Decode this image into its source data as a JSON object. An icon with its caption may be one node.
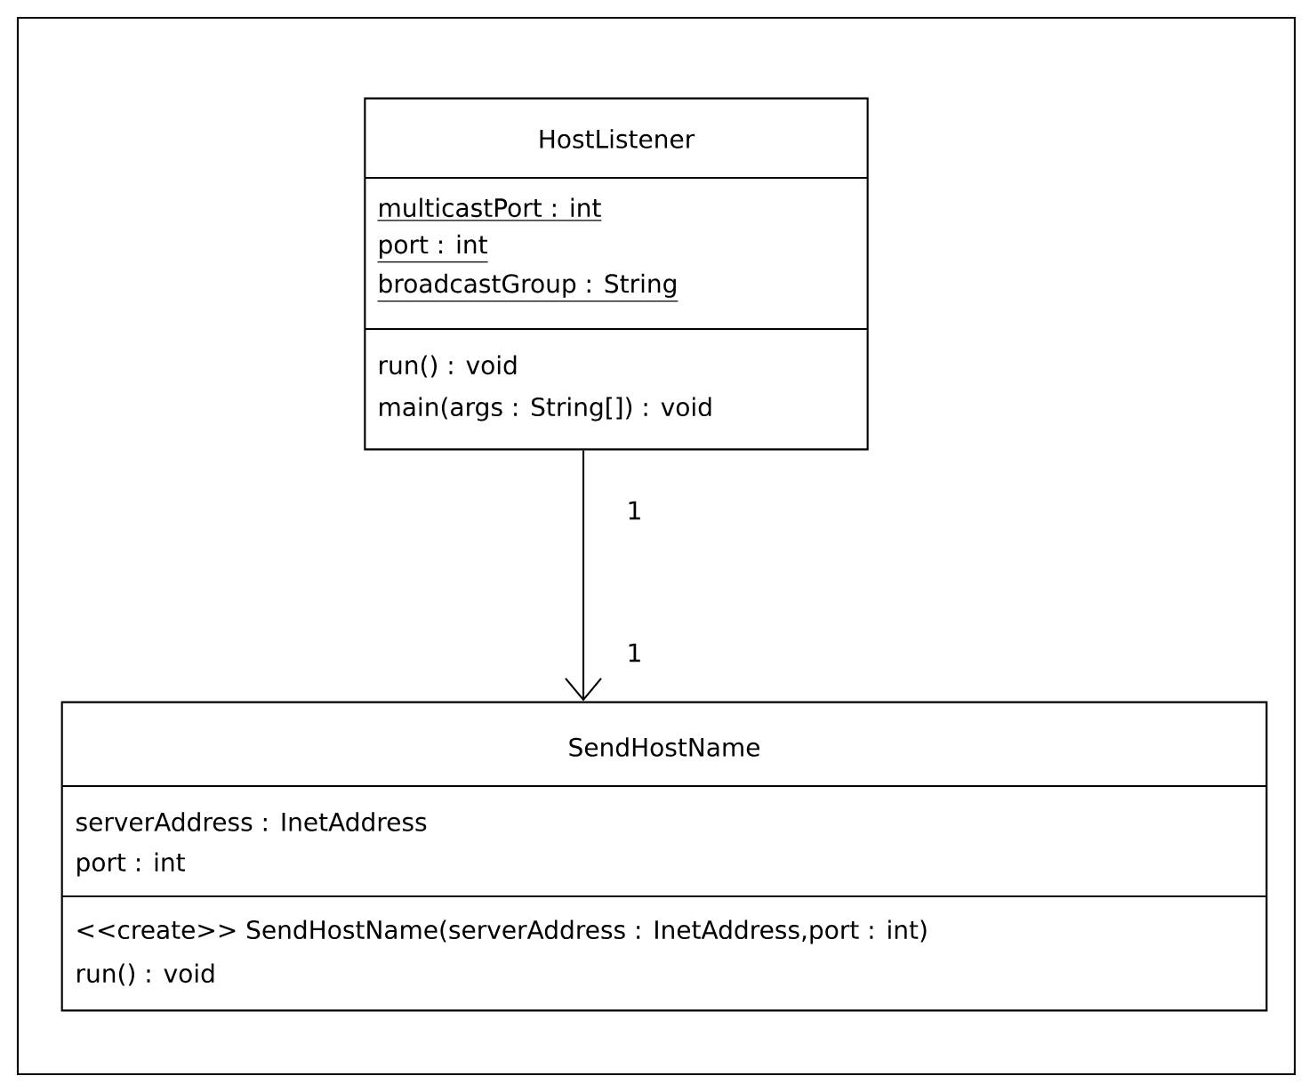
{
  "diagram": {
    "nodes": [
      {
        "text": [
          "HostListener",
          "multicastPort : int",
          "port : int",
          "broadcastGroup : String",
          "run() : void",
          "main(args : String[]) : void"
        ]
      },
      {
        "text": [
          "SendHostName",
          "serverAddress : InetAddress",
          "port : int",
          "<<create>> SendHostName(serverAddress : InetAddress,port : int)",
          "run() : void"
        ]
      }
    ],
    "edges": [
      {
        "from": 0,
        "to": 1,
        "arrow": "to"
      }
    ],
    "labels": [
      "1",
      "1"
    ]
  }
}
